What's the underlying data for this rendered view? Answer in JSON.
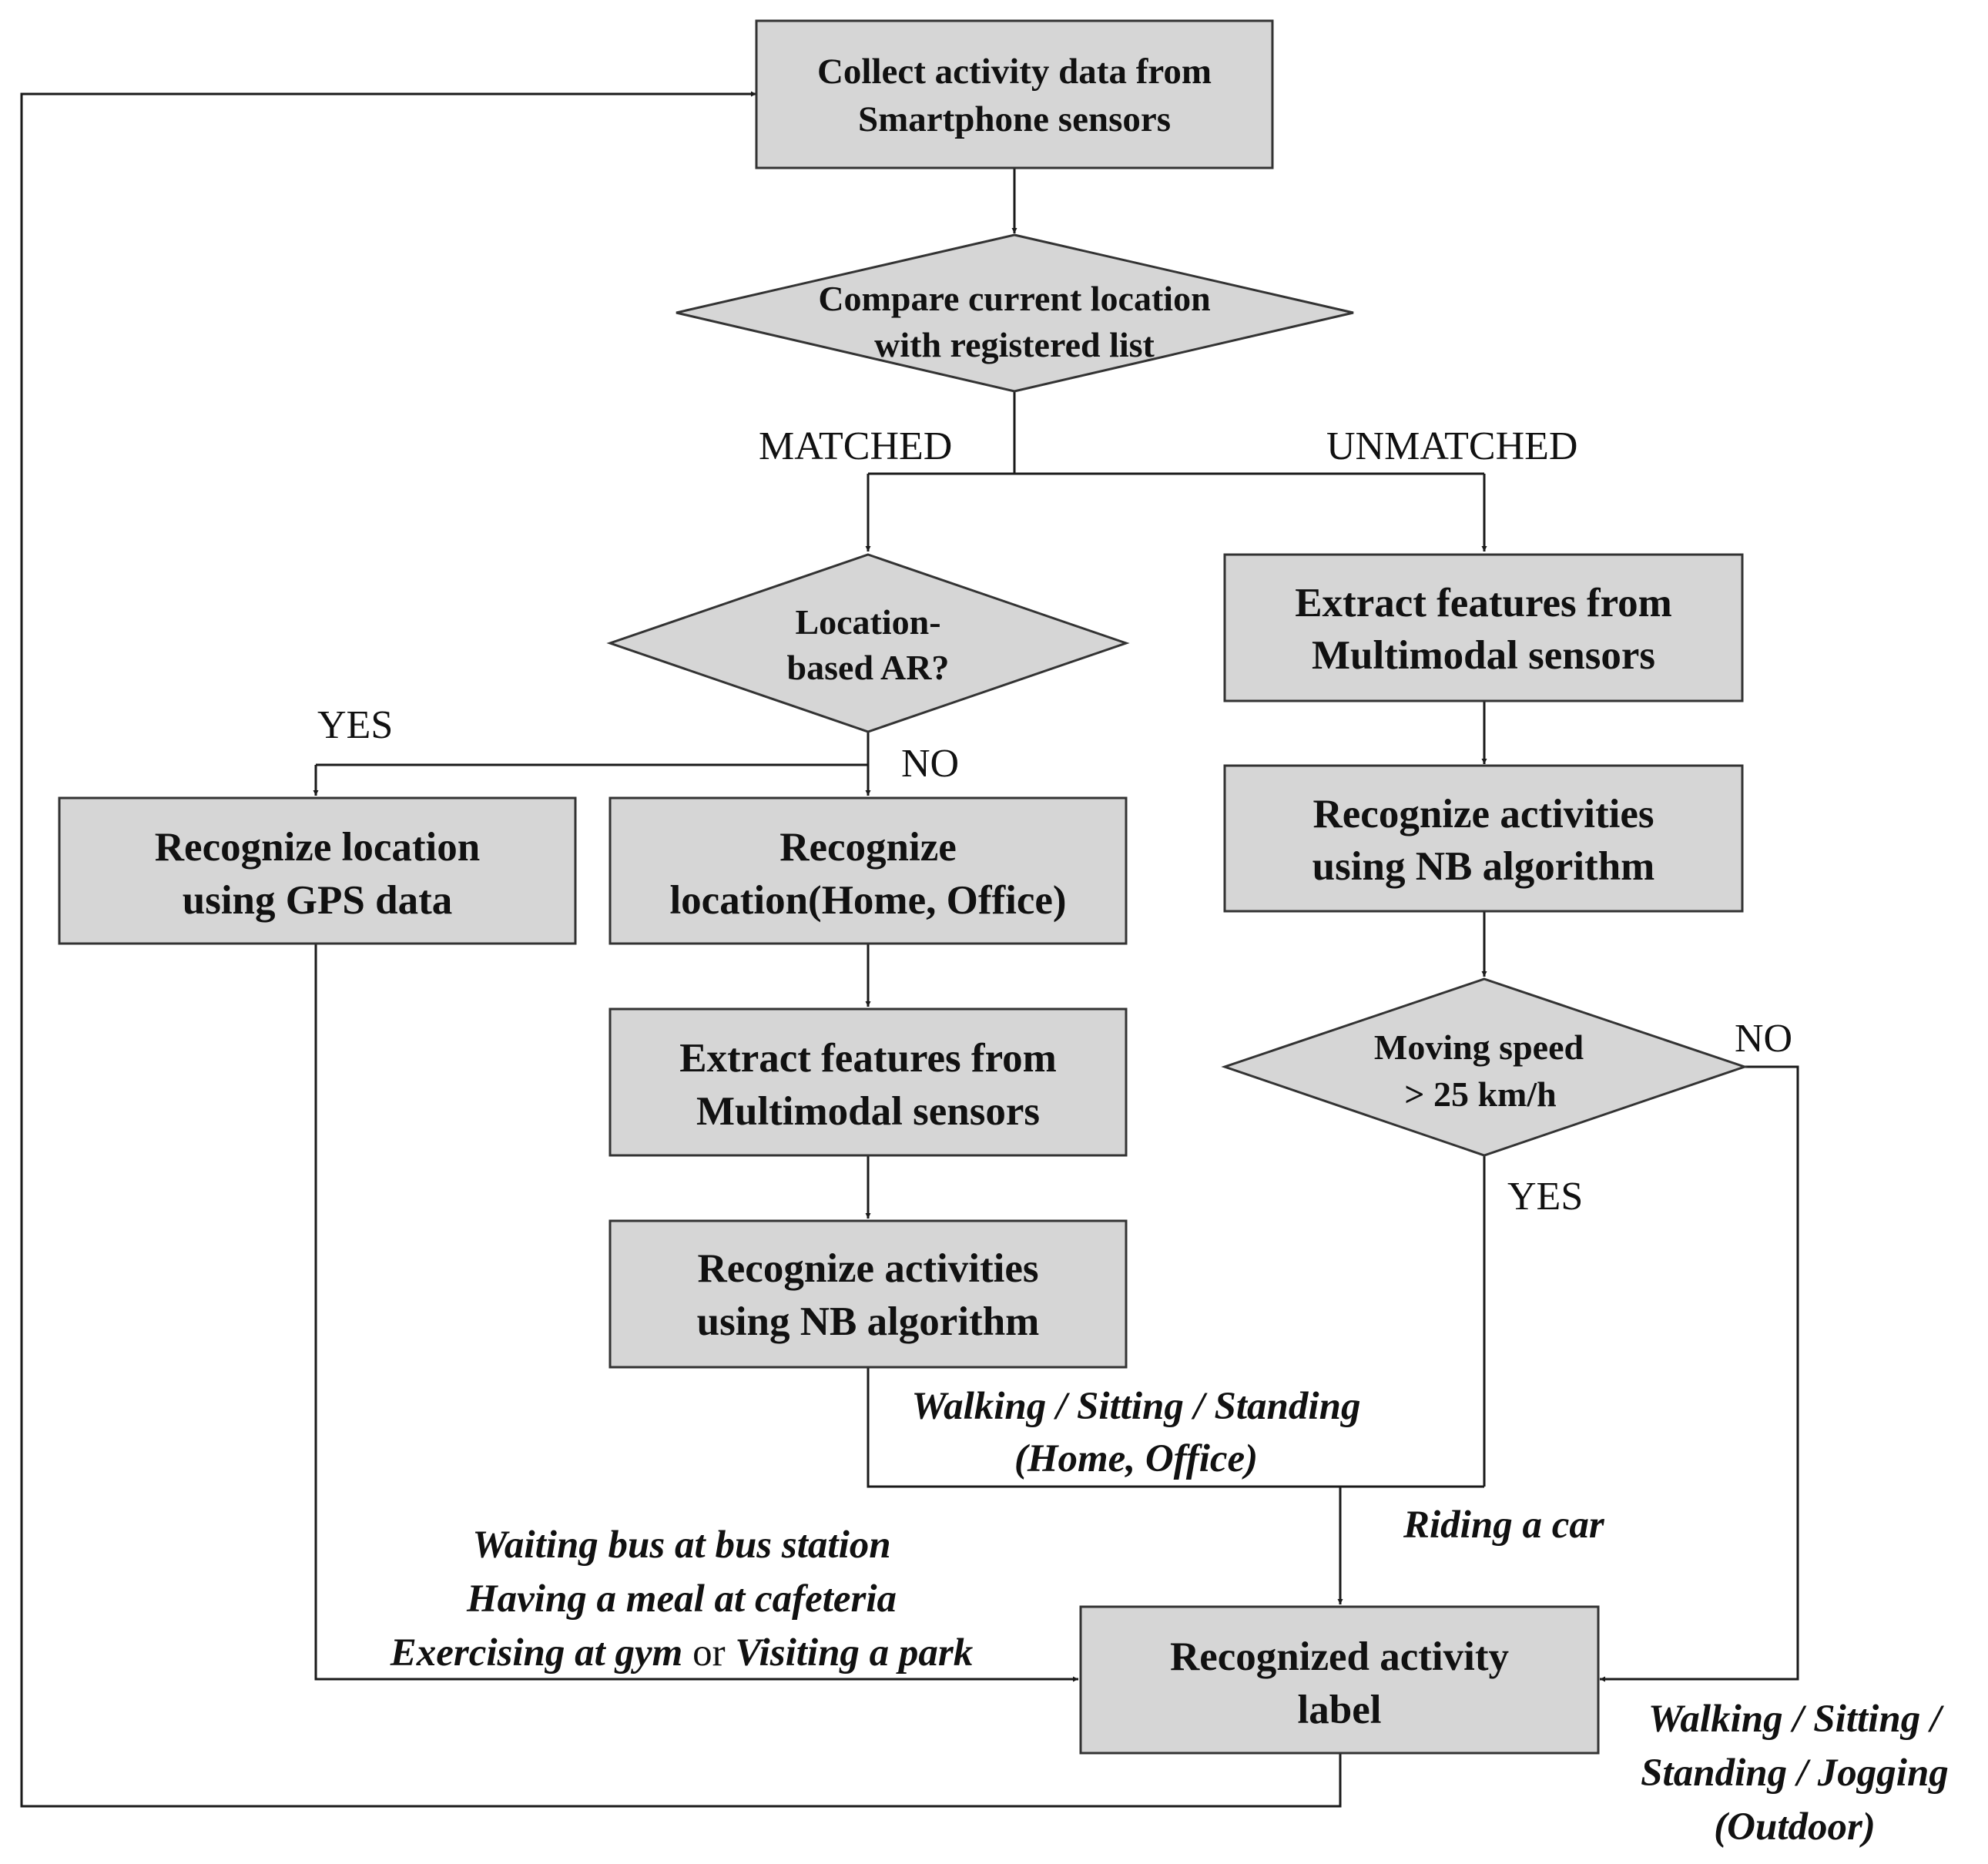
{
  "nodes": {
    "collect": [
      "Collect activity data from",
      "Smartphone sensors"
    ],
    "compare": [
      "Compare current location",
      "with registered list"
    ],
    "location_ar": [
      "Location-",
      "based AR?"
    ],
    "extract_right": [
      "Extract features from",
      "Multimodal  sensors"
    ],
    "recognize_nb_right": [
      "Recognize activities",
      "using  NB algorithm"
    ],
    "recognize_gps": [
      "Recognize location",
      "using  GPS data"
    ],
    "recognize_home": [
      "Recognize",
      "location(Home, Office)"
    ],
    "extract_mid": [
      "Extract features from",
      "Multimodal  sensors"
    ],
    "recognize_nb_mid": [
      "Recognize activities",
      "using  NB algorithm"
    ],
    "moving_speed": [
      "Moving speed",
      "> 25 km/h"
    ],
    "recognized_label": [
      "Recognized activity",
      "label"
    ]
  },
  "labels": {
    "matched": "MATCHED",
    "unmatched": "UNMATCHED",
    "yes_left": "YES",
    "no_mid": "NO",
    "no_right": "NO",
    "yes_right": "YES"
  },
  "outputs": {
    "mid": [
      "Walking / Sitting / Standing",
      "(Home,  Office)"
    ],
    "car": "Riding a car",
    "gps_1": "Waiting bus at bus station",
    "gps_2": "Having a meal at cafeteria",
    "gps_3a": "Exercising at gym",
    "gps_3b": " or ",
    "gps_3c": "Visiting a park",
    "outdoor": [
      "Walking / Sitting /",
      "Standing / Jogging",
      "(Outdoor)"
    ]
  },
  "colors": {
    "box_fill": "#d6d6d6",
    "line": "#1a1a1a"
  }
}
